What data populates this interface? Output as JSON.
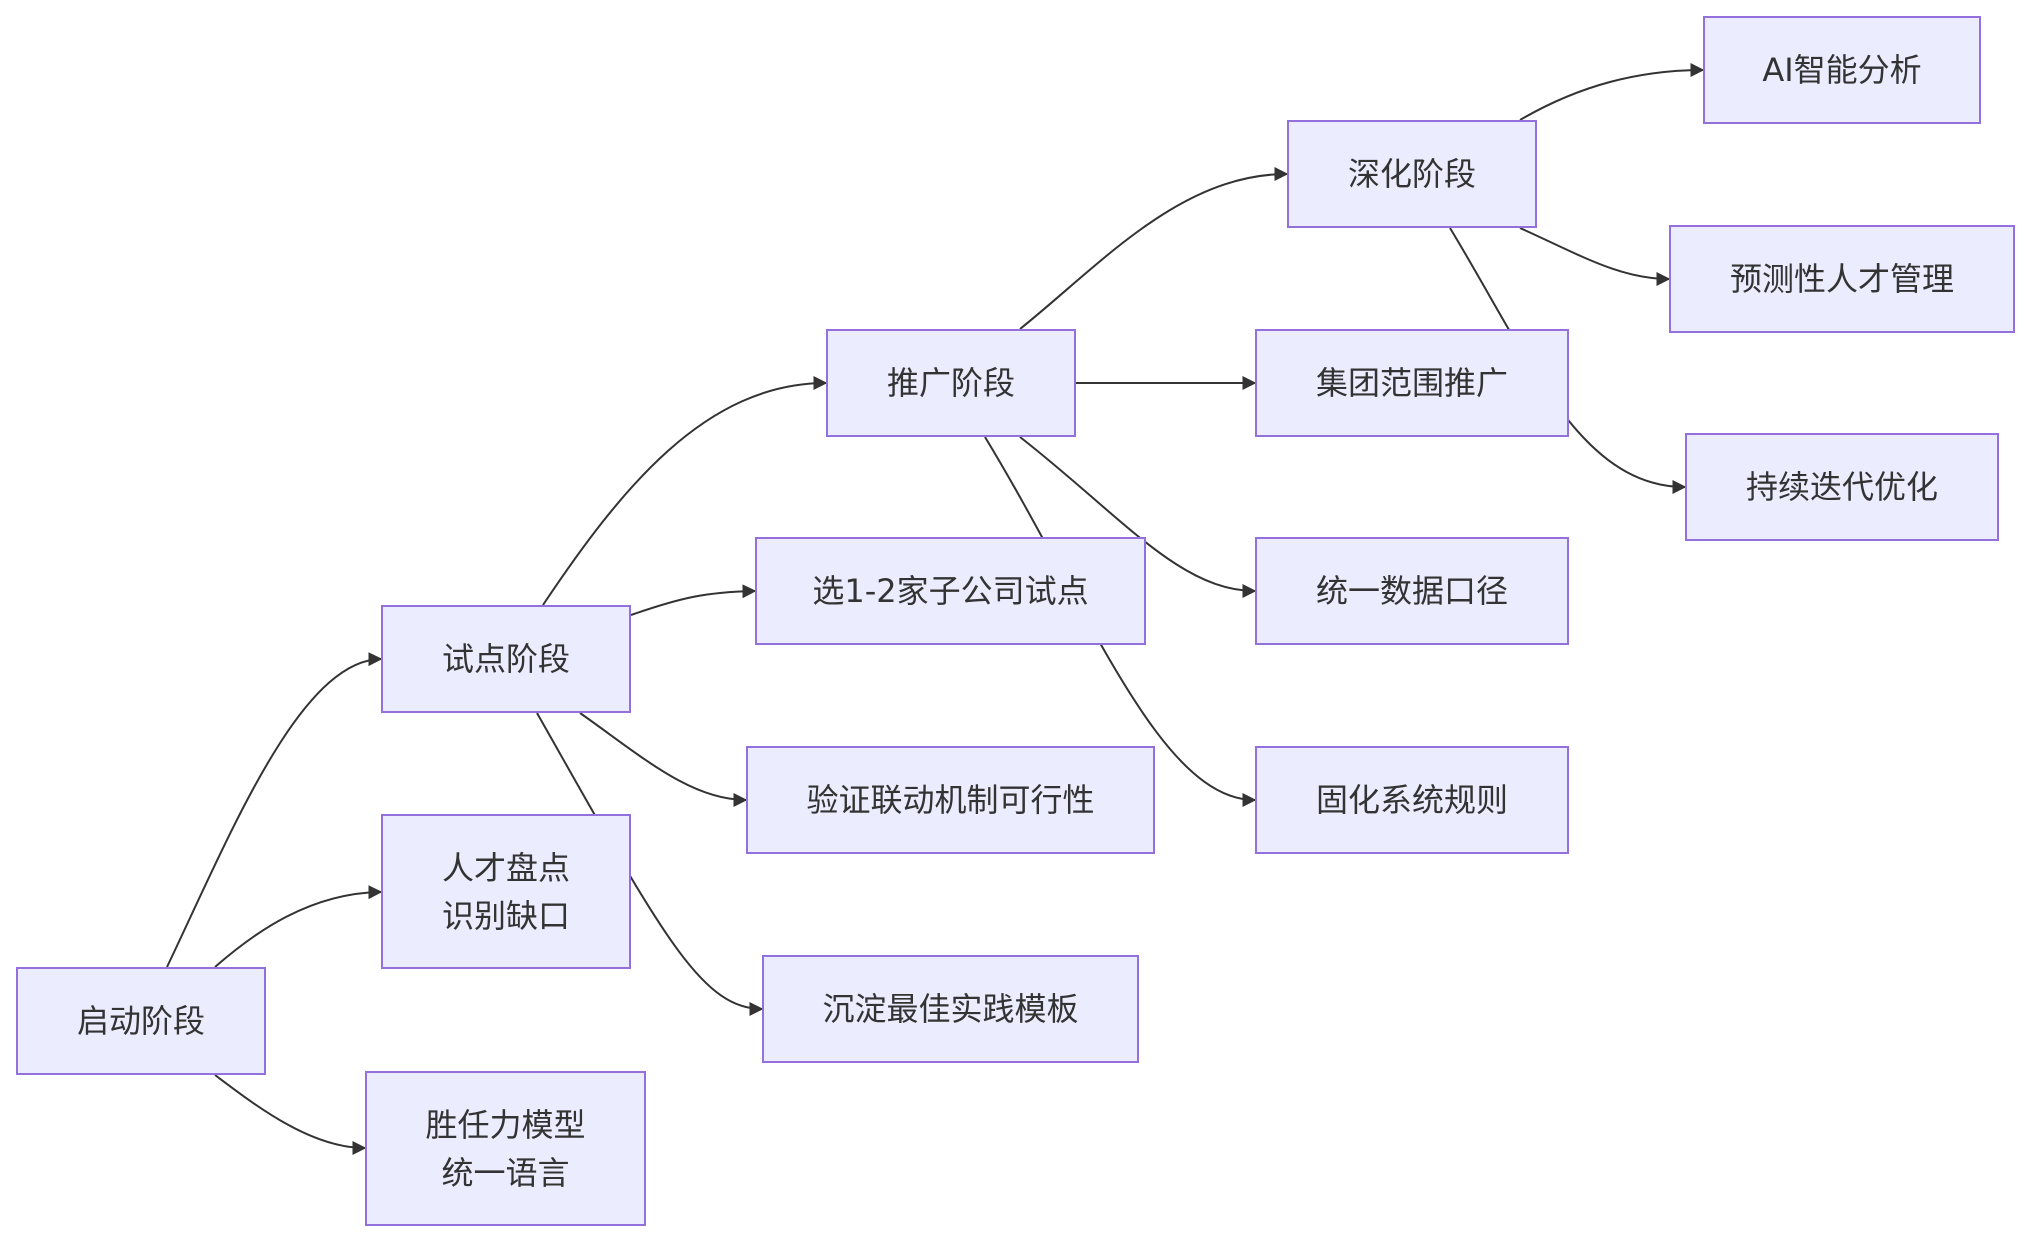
{
  "diagram": {
    "nodes": {
      "start": [
        "启动阶段"
      ],
      "talent": [
        "人才盘点",
        "识别缺口"
      ],
      "competency": [
        "胜任力模型",
        "统一语言"
      ],
      "pilot": [
        "试点阶段"
      ],
      "select": [
        "选1-2家子公司试点"
      ],
      "verify": [
        "验证联动机制可行性"
      ],
      "precipitate": [
        "沉淀最佳实践模板"
      ],
      "promote": [
        "推广阶段"
      ],
      "group": [
        "集团范围推广"
      ],
      "unify": [
        "统一数据口径"
      ],
      "solidify": [
        "固化系统规则"
      ],
      "deepen": [
        "深化阶段"
      ],
      "ai": [
        "AI智能分析"
      ],
      "predict": [
        "预测性人才管理"
      ],
      "iterate": [
        "持续迭代优化"
      ]
    },
    "edges": [
      [
        "start",
        "talent"
      ],
      [
        "start",
        "competency"
      ],
      [
        "start",
        "pilot"
      ],
      [
        "pilot",
        "select"
      ],
      [
        "pilot",
        "verify"
      ],
      [
        "pilot",
        "precipitate"
      ],
      [
        "pilot",
        "promote"
      ],
      [
        "promote",
        "group"
      ],
      [
        "promote",
        "unify"
      ],
      [
        "promote",
        "solidify"
      ],
      [
        "promote",
        "deepen"
      ],
      [
        "deepen",
        "ai"
      ],
      [
        "deepen",
        "predict"
      ],
      [
        "deepen",
        "iterate"
      ]
    ],
    "colors": {
      "node_fill": "#ececff",
      "node_border": "#9370db",
      "edge": "#333333",
      "text": "#333333"
    }
  }
}
